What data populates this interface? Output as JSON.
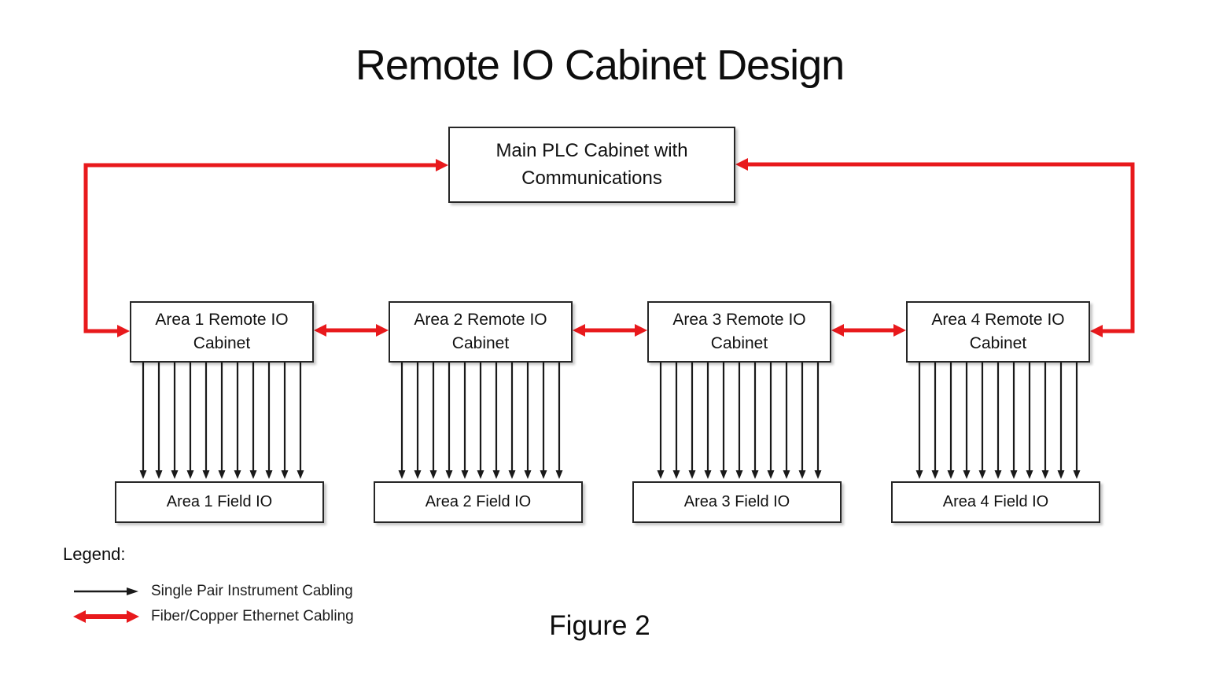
{
  "title": "Remote IO Cabinet Design",
  "figure_caption": "Figure 2",
  "main_plc": {
    "line1": "Main PLC Cabinet with",
    "line2": "Communications"
  },
  "cabinets": [
    {
      "line1": "Area 1 Remote IO",
      "line2": "Cabinet"
    },
    {
      "line1": "Area 2 Remote IO",
      "line2": "Cabinet"
    },
    {
      "line1": "Area 3 Remote IO",
      "line2": "Cabinet"
    },
    {
      "line1": "Area 4 Remote IO",
      "line2": "Cabinet"
    }
  ],
  "field_io": [
    {
      "label": "Area 1 Field IO"
    },
    {
      "label": "Area 2 Field IO"
    },
    {
      "label": "Area 3 Field IO"
    },
    {
      "label": "Area 4 Field IO"
    }
  ],
  "legend": {
    "heading": "Legend:",
    "items": [
      {
        "icon": "single-arrow-black-icon",
        "label": "Single Pair Instrument Cabling"
      },
      {
        "icon": "double-arrow-red-icon",
        "label": "Fiber/Copper Ethernet Cabling"
      }
    ]
  },
  "diagram": {
    "instrument_cables_per_cabinet": 11,
    "colors": {
      "ethernet_cabling": "#e8191c",
      "instrument_cabling": "#1a1a1a",
      "box_border": "#262626",
      "box_fill": "#ffffff",
      "background": "#ffffff"
    }
  }
}
